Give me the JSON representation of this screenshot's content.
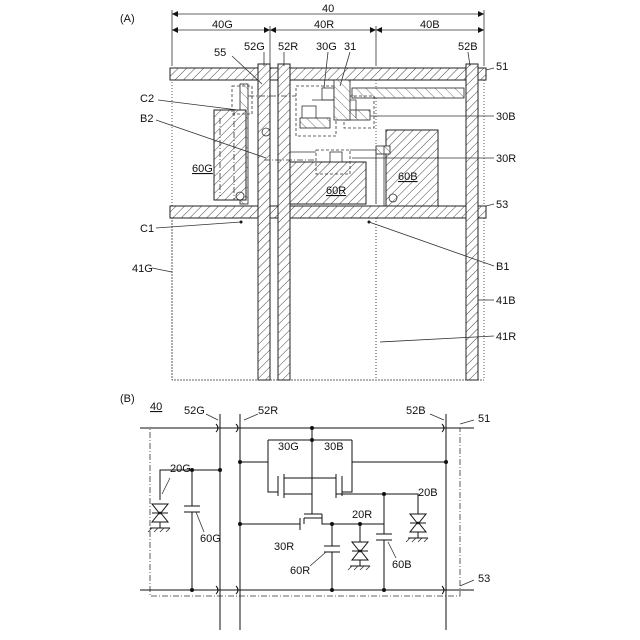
{
  "panel_a": {
    "panel_label": "(A)",
    "labels": {
      "top_40": "40",
      "top_40G": "40G",
      "top_40R": "40R",
      "top_40B": "40B",
      "l55": "55",
      "l52G": "52G",
      "l52R": "52R",
      "l30G": "30G",
      "l31": "31",
      "l52B": "52B",
      "l51": "51",
      "lC2": "C2",
      "lB2": "B2",
      "l30B": "30B",
      "l30R": "30R",
      "l60G": "60G",
      "l60R": "60R",
      "l60B": "60B",
      "l53": "53",
      "lC1": "C1",
      "lB1": "B1",
      "l41G": "41G",
      "l41B": "41B",
      "l41R": "41R"
    }
  },
  "panel_b": {
    "panel_label": "(B)",
    "labels": {
      "l40": "40",
      "l52G": "52G",
      "l52R": "52R",
      "l52B": "52B",
      "l51": "51",
      "l30G": "30G",
      "l30B": "30B",
      "l20G": "20G",
      "l20B": "20B",
      "l60G": "60G",
      "l20R": "20R",
      "l30R": "30R",
      "l60R": "60R",
      "l60B": "60B",
      "l53": "53"
    }
  }
}
